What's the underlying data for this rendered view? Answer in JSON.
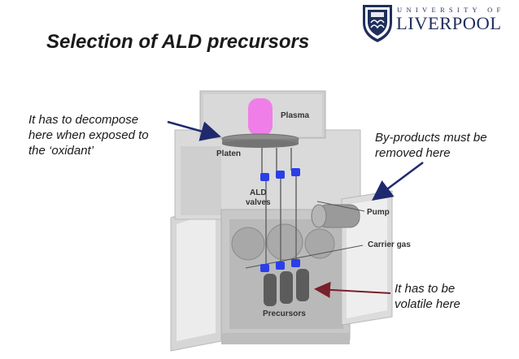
{
  "slide": {
    "title": "Selection of ALD precursors"
  },
  "logo": {
    "small_text": "UNIVERSITY OF",
    "main_text": "LIVERPOOL"
  },
  "annotations": {
    "decompose": [
      "It has to decompose",
      "here when exposed to",
      "the ‘oxidant’"
    ],
    "byproducts": [
      "By-products must be",
      "removed here"
    ],
    "volatile": [
      "It has to be",
      "volatile here"
    ]
  },
  "labels": {
    "plasma": "Plasma",
    "platen": "Platen",
    "ald_valves": [
      "ALD",
      "valves"
    ],
    "pump": "Pump",
    "carrier_gas": "Carrier gas",
    "precursors": "Precursors"
  },
  "colors": {
    "plasma": "#f07ee8",
    "valve": "#2b3ee8",
    "arrow_blue": "#1f2a6e",
    "arrow_red": "#7a1f2b",
    "logo": "#1f2f5c"
  }
}
